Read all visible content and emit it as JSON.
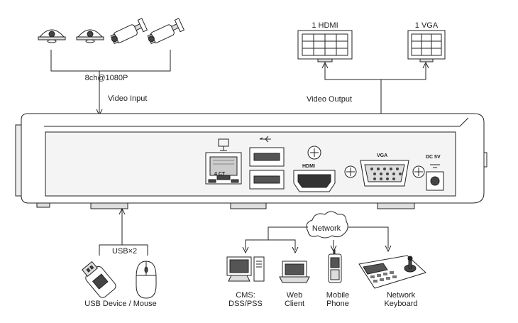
{
  "labels": {
    "camera_spec": "8ch@1080P",
    "video_input": "Video Input",
    "hdmi_monitor": "1 HDMI",
    "vga_monitor": "1 VGA",
    "video_output": "Video Output",
    "usb_count": "USB×2",
    "usb_device": "USB Device / Mouse",
    "network": "Network",
    "cms_line1": "CMS:",
    "cms_line2": "DSS/PSS",
    "web_line1": "Web",
    "web_line2": "Client",
    "mobile_line1": "Mobile",
    "mobile_line2": "Phone",
    "keyboard_line1": "Network",
    "keyboard_line2": "Keyboard"
  },
  "panel": {
    "vga_port": "VGA",
    "dc_line1": "DC 5V",
    "lan_speed": "4 CT",
    "hdmi_port": "HDMI"
  },
  "colors": {
    "line": "#222222",
    "device_fill": "#ffffff",
    "panel_fill": "#f4f4f4",
    "dark": "#333333"
  }
}
